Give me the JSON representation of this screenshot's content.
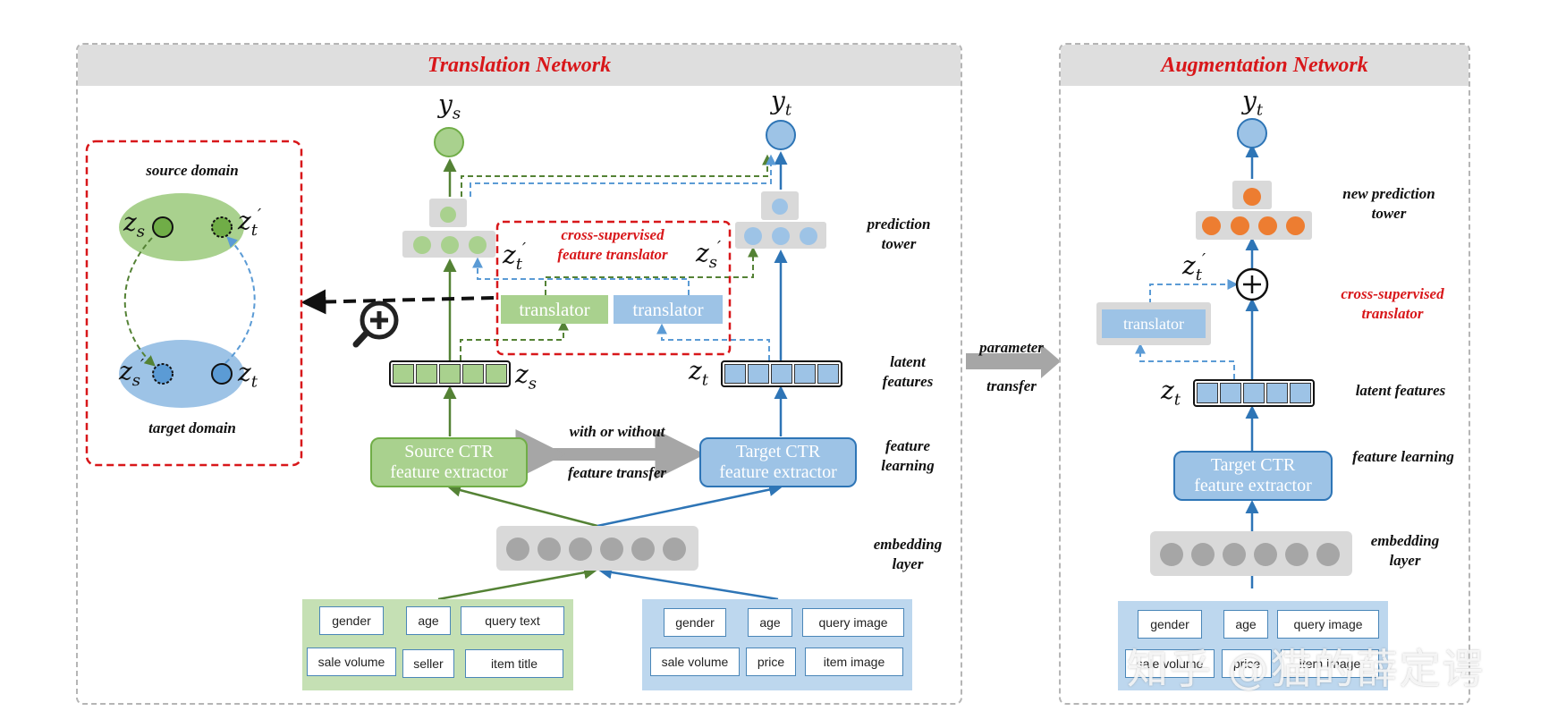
{
  "translation_network": {
    "title": "Translation Network",
    "source_domain_label": "source domain",
    "target_domain_label": "target domain",
    "cross_supervised_label": "cross-supervised\nfeature translator",
    "translator_source": "translator",
    "translator_target": "translator",
    "source_extractor": "Source CTR\nfeature extractor",
    "target_extractor": "Target CTR\nfeature extractor",
    "with_or_without": "with or without",
    "feature_transfer": "feature transfer",
    "layers": {
      "prediction_tower": "prediction\ntower",
      "latent_features": "latent\nfeatures",
      "feature_learning": "feature\nlearning",
      "embedding_layer": "embedding\nlayer"
    },
    "source_features": [
      "gender",
      "age",
      "query text",
      "sale volume",
      "seller",
      "item title"
    ],
    "target_features": [
      "gender",
      "age",
      "query image",
      "sale volume",
      "price",
      "item image"
    ],
    "symbols": {
      "ys": "y",
      "ys_sub": "s",
      "yt": "y",
      "yt_sub": "t",
      "z": "z",
      "s": "s",
      "t": "t",
      "prime": "′"
    }
  },
  "parameter_transfer": "parameter\ntransfer",
  "augmentation_network": {
    "title": "Augmentation Network",
    "new_prediction_tower": "new prediction\ntower",
    "cross_supervised_translator": "cross-supervised\ntranslator",
    "translator": "translator",
    "latent_features": "latent features",
    "feature_learning": "feature learning",
    "embedding_layer": "embedding\nlayer",
    "target_extractor": "Target CTR\nfeature extractor",
    "features": [
      "gender",
      "age",
      "query image",
      "sale volume",
      "price",
      "item image"
    ]
  },
  "watermark": "知乎 @猫的薛定谔",
  "colors": {
    "green": "#a9d18e",
    "green_dark": "#548235",
    "blue": "#9dc3e6",
    "blue_dark": "#2e75b6",
    "red": "#d8171a",
    "orange": "#ed7d31",
    "gray": "#a6a6a6"
  }
}
